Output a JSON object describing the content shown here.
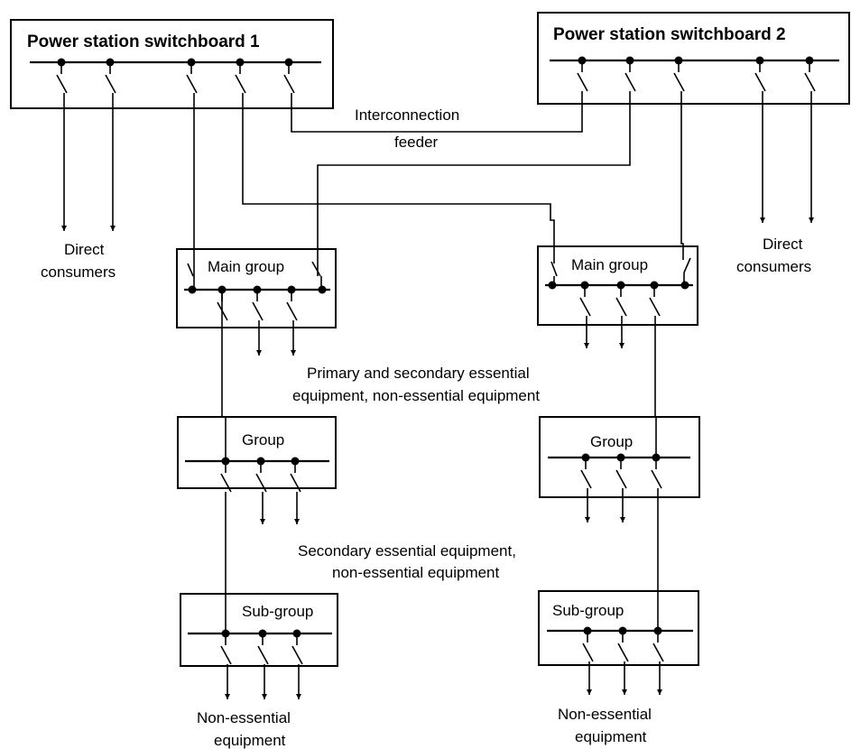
{
  "switchboard_1": {
    "title": "Power station switchboard 1"
  },
  "switchboard_2": {
    "title": "Power station switchboard 2"
  },
  "interconnection_label": {
    "line1": "Interconnection",
    "line2": "feeder"
  },
  "direct_consumers_left": {
    "line1": "Direct",
    "line2": "consumers"
  },
  "direct_consumers_right": {
    "line1": "Direct",
    "line2": "consumers"
  },
  "main_group_left": {
    "label": "Main group"
  },
  "main_group_right": {
    "label": "Main group"
  },
  "primary_label": {
    "line1": "Primary and secondary essential",
    "line2": "equipment, non-essential equipment"
  },
  "group_left": {
    "label": "Group"
  },
  "group_right": {
    "label": "Group"
  },
  "secondary_label": {
    "line1": "Secondary essential equipment,",
    "line2": "non-essential equipment"
  },
  "subgroup_left": {
    "label": "Sub-group"
  },
  "subgroup_right": {
    "label": "Sub-group"
  },
  "non_essential_left": {
    "line1": "Non-essential",
    "line2": "equipment"
  },
  "non_essential_right": {
    "line1": "Non-essential",
    "line2": "equipment"
  }
}
